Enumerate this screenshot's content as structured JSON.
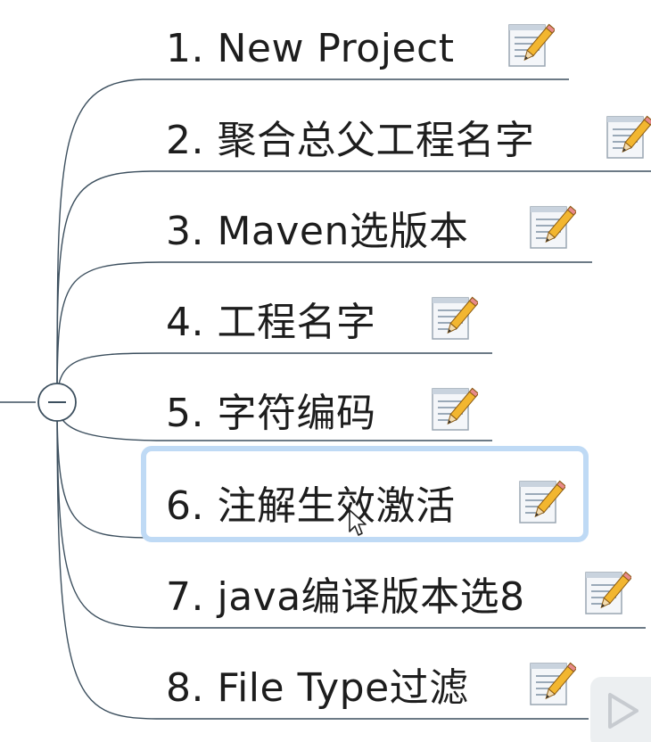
{
  "mindmap": {
    "topics": [
      {
        "label": "1. New Project",
        "note_icon": "note-pencil-icon"
      },
      {
        "label": "2. 聚合总父工程名字",
        "note_icon": "note-pencil-icon"
      },
      {
        "label": "3. Maven选版本",
        "note_icon": "note-pencil-icon"
      },
      {
        "label": "4. 工程名字",
        "note_icon": "note-pencil-icon"
      },
      {
        "label": "5. 字符编码",
        "note_icon": "note-pencil-icon"
      },
      {
        "label": "6. 注解生效激活",
        "note_icon": "note-pencil-icon",
        "selected": true
      },
      {
        "label": "7. java编译版本选8",
        "note_icon": "note-pencil-icon"
      },
      {
        "label": "8. File Type过滤",
        "note_icon": "note-pencil-icon"
      }
    ],
    "collapse_symbol": "−",
    "colors": {
      "line": "#3c4f5e",
      "selection": "#bfdaf5",
      "text": "#1d1d1d"
    }
  }
}
